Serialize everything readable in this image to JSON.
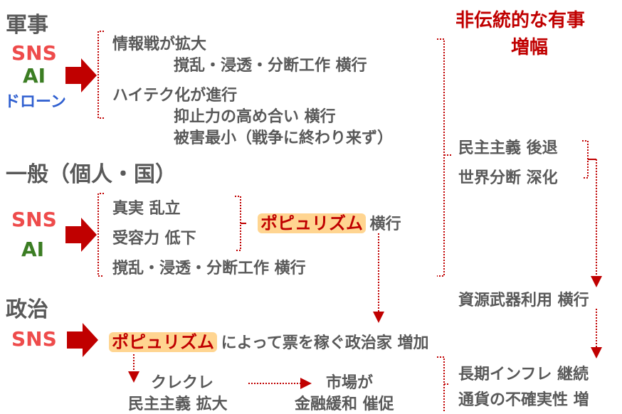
{
  "colors": {
    "accent_red": "#c00000",
    "sns_red": "#ee4b4b",
    "ai_green": "#3b7d23",
    "drone_blue": "#2f5fd0",
    "text_gray": "#595959",
    "highlight": "#ffd591"
  },
  "military": {
    "title": "軍事",
    "inputs": [
      "SNS",
      "AI",
      "ドローン"
    ],
    "lines": [
      "情報戦が拡大",
      "撹乱・浸透・分断工作 横行",
      "ハイテク化が進行",
      "抑止力の高め合い 横行",
      "被害最小（戦争に終わり来ず）"
    ]
  },
  "general": {
    "title": "一般（個人・国）",
    "inputs": [
      "SNS",
      "AI"
    ],
    "lines": [
      "真実 乱立",
      "受容力 低下",
      "撹乱・浸透・分断工作 横行"
    ],
    "populism": "ポピュリズム",
    "populism_suffix": "横行"
  },
  "politics": {
    "title": "政治",
    "input": "SNS",
    "populism": "ポピュリズム",
    "line": "によって票を稼ぐ政治家 増加",
    "kurekure": [
      "クレクレ",
      "民主主義 拡大"
    ],
    "market": [
      "市場が",
      "金融緩和 催促"
    ]
  },
  "right": {
    "headline": [
      "非伝統的な有事",
      "増幅"
    ],
    "democracy": [
      "民主主義 後退",
      "世界分断 深化"
    ],
    "resource": "資源武器利用 横行",
    "inflation": [
      "長期インフレ 継続",
      "通貨の不確実性 増"
    ]
  }
}
